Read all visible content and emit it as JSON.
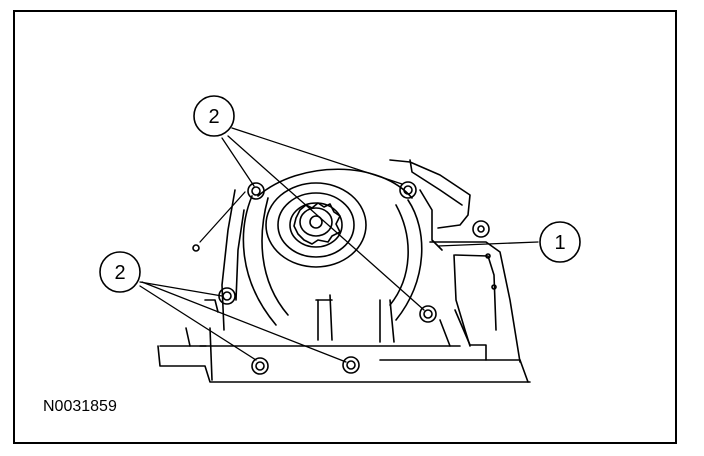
{
  "figure": {
    "id_label": "N0031859"
  },
  "callouts": [
    {
      "label": "2"
    },
    {
      "label": "2"
    },
    {
      "label": "1"
    }
  ]
}
